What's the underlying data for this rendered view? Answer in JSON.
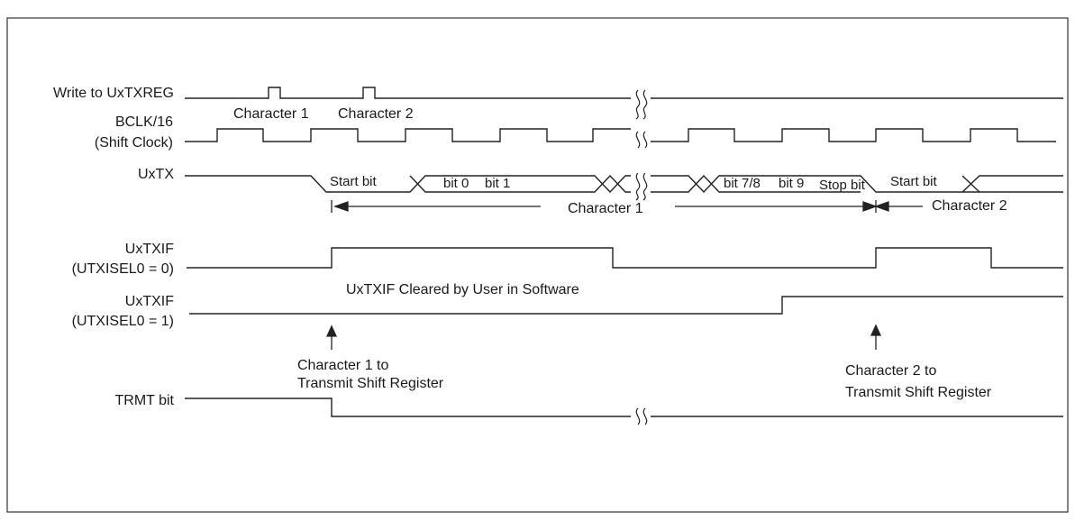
{
  "diagram": {
    "signals": {
      "write_to_uxtxreg": "Write to UxTXREG",
      "bclk_line1": "BCLK/16",
      "bclk_line2": "(Shift Clock)",
      "uxtx": "UxTX",
      "uxtxif_0_line1": "UxTXIF",
      "uxtxif_0_line2": "(UTXISEL0 = 0)",
      "uxtxif_1_line1": "UxTXIF",
      "uxtxif_1_line2": "(UTXISEL0 = 1)",
      "trmt_bit": "TRMT bit"
    },
    "annotations": {
      "character_1_write": "Character 1",
      "character_2_write": "Character 2",
      "start_bit_1": "Start bit",
      "bit_0": "bit 0",
      "bit_1": "bit 1",
      "bit_7_8": "bit 7/8",
      "bit_9": "bit 9",
      "stop_bit": "Stop bit",
      "start_bit_2": "Start bit",
      "character_1_span": "Character 1",
      "character_2_span": "Character 2",
      "cleared_by_user": "UxTXIF Cleared by User in Software",
      "char1_to_tsr_line1": "Character 1 to",
      "char1_to_tsr_line2": "Transmit Shift Register",
      "char2_to_tsr_line1": "Character 2 to",
      "char2_to_tsr_line2": "Transmit Shift Register"
    }
  }
}
